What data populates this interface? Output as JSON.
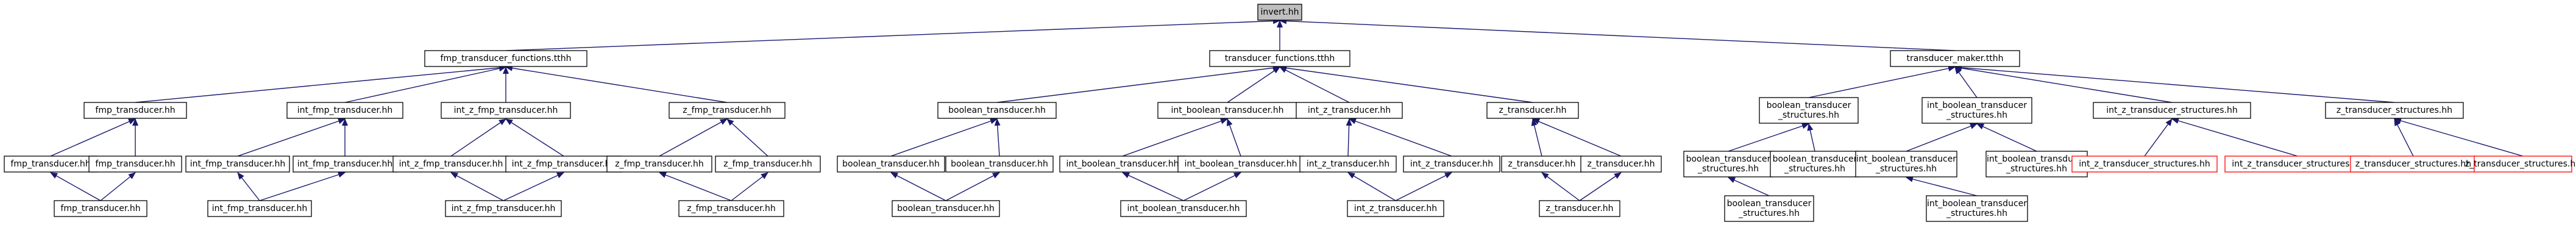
{
  "colors": {
    "root_fill": "#bfbfbf",
    "node_fill": "#ffffff",
    "node_border": "#000000",
    "external_border": "#ff0000",
    "edge": "#191970"
  },
  "nodes": {
    "invert": {
      "label": [
        "invert.hh"
      ],
      "style": "root"
    },
    "fmp_functions": {
      "label": [
        "fmp_transducer_functions.tthh"
      ],
      "style": "normal"
    },
    "transducer_functions": {
      "label": [
        "transducer_functions.tthh"
      ],
      "style": "normal"
    },
    "transducer_maker": {
      "label": [
        "transducer_maker.tthh"
      ],
      "style": "normal"
    },
    "fmp_transducer_hh": {
      "label": [
        "fmp_transducer.hh"
      ],
      "style": "normal"
    },
    "int_fmp_transducer_hh": {
      "label": [
        "int_fmp_transducer.hh"
      ],
      "style": "normal"
    },
    "int_z_fmp_transducer_hh": {
      "label": [
        "int_z_fmp_transducer.hh"
      ],
      "style": "normal"
    },
    "z_fmp_transducer_hh": {
      "label": [
        "z_fmp_transducer.hh"
      ],
      "style": "normal"
    },
    "boolean_transducer_hh": {
      "label": [
        "boolean_transducer.hh"
      ],
      "style": "normal"
    },
    "int_boolean_transducer_hh": {
      "label": [
        "int_boolean_transducer.hh"
      ],
      "style": "normal"
    },
    "int_z_transducer_hh": {
      "label": [
        "int_z_transducer.hh"
      ],
      "style": "normal"
    },
    "z_transducer_hh": {
      "label": [
        "z_transducer.hh"
      ],
      "style": "normal"
    },
    "boolean_structures": {
      "label": [
        "boolean_transducer",
        "_structures.hh"
      ],
      "style": "normal"
    },
    "int_boolean_structures": {
      "label": [
        "int_boolean_transducer",
        "_structures.hh"
      ],
      "style": "normal"
    },
    "int_z_structures": {
      "label": [
        "int_z_transducer_structures.hh"
      ],
      "style": "normal"
    },
    "z_structures": {
      "label": [
        "z_transducer_structures.hh"
      ],
      "style": "normal"
    },
    "fmp_l3a": {
      "label": [
        "fmp_transducer.hh"
      ],
      "style": "normal"
    },
    "fmp_l3b": {
      "label": [
        "fmp_transducer.hh"
      ],
      "style": "normal"
    },
    "int_fmp_l3a": {
      "label": [
        "int_fmp_transducer.hh"
      ],
      "style": "normal"
    },
    "int_fmp_l3b": {
      "label": [
        "int_fmp_transducer.hh"
      ],
      "style": "normal"
    },
    "int_z_fmp_l3a": {
      "label": [
        "int_z_fmp_transducer.hh"
      ],
      "style": "normal"
    },
    "int_z_fmp_l3b": {
      "label": [
        "int_z_fmp_transducer.hh"
      ],
      "style": "normal"
    },
    "z_fmp_l3a": {
      "label": [
        "z_fmp_transducer.hh"
      ],
      "style": "normal"
    },
    "z_fmp_l3b": {
      "label": [
        "z_fmp_transducer.hh"
      ],
      "style": "normal"
    },
    "boolean_l3a": {
      "label": [
        "boolean_transducer.hh"
      ],
      "style": "normal"
    },
    "boolean_l3b": {
      "label": [
        "boolean_transducer.hh"
      ],
      "style": "normal"
    },
    "int_boolean_l3a": {
      "label": [
        "int_boolean_transducer.hh"
      ],
      "style": "normal"
    },
    "int_boolean_l3b": {
      "label": [
        "int_boolean_transducer.hh"
      ],
      "style": "normal"
    },
    "int_z_l3a": {
      "label": [
        "int_z_transducer.hh"
      ],
      "style": "normal"
    },
    "int_z_l3b": {
      "label": [
        "int_z_transducer.hh"
      ],
      "style": "normal"
    },
    "z_l3a": {
      "label": [
        "z_transducer.hh"
      ],
      "style": "normal"
    },
    "z_l3b": {
      "label": [
        "z_transducer.hh"
      ],
      "style": "normal"
    },
    "boolean_struct_l3a": {
      "label": [
        "boolean_transducer",
        "_structures.hh"
      ],
      "style": "normal"
    },
    "boolean_struct_l3b": {
      "label": [
        "boolean_transducer",
        "_structures.hh"
      ],
      "style": "normal"
    },
    "int_boolean_struct_l3a": {
      "label": [
        "int_boolean_transducer",
        "_structures.hh"
      ],
      "style": "normal"
    },
    "int_boolean_struct_l3b": {
      "label": [
        "int_boolean_transducer",
        "_structures.hh"
      ],
      "style": "normal"
    },
    "int_z_struct_ext_a": {
      "label": [
        "int_z_transducer_structures.hh"
      ],
      "style": "external"
    },
    "int_z_struct_ext_b": {
      "label": [
        "int_z_transducer_structures.hh"
      ],
      "style": "external"
    },
    "z_struct_ext_a": {
      "label": [
        "z_transducer_structures.hh"
      ],
      "style": "external"
    },
    "z_struct_ext_b": {
      "label": [
        "z_transducer_structures.hh"
      ],
      "style": "external"
    },
    "fmp_l4": {
      "label": [
        "fmp_transducer.hh"
      ],
      "style": "normal"
    },
    "int_fmp_l4": {
      "label": [
        "int_fmp_transducer.hh"
      ],
      "style": "normal"
    },
    "int_z_fmp_l4": {
      "label": [
        "int_z_fmp_transducer.hh"
      ],
      "style": "normal"
    },
    "z_fmp_l4": {
      "label": [
        "z_fmp_transducer.hh"
      ],
      "style": "normal"
    },
    "boolean_l4": {
      "label": [
        "boolean_transducer.hh"
      ],
      "style": "normal"
    },
    "int_boolean_l4": {
      "label": [
        "int_boolean_transducer.hh"
      ],
      "style": "normal"
    },
    "int_z_l4": {
      "label": [
        "int_z_transducer.hh"
      ],
      "style": "normal"
    },
    "z_l4": {
      "label": [
        "z_transducer.hh"
      ],
      "style": "normal"
    },
    "boolean_struct_l4": {
      "label": [
        "boolean_transducer",
        "_structures.hh"
      ],
      "style": "normal"
    },
    "int_boolean_struct_l4": {
      "label": [
        "int_boolean_transducer",
        "_structures.hh"
      ],
      "style": "normal"
    }
  },
  "edges": [
    [
      "fmp_functions",
      "invert"
    ],
    [
      "transducer_functions",
      "invert"
    ],
    [
      "transducer_maker",
      "invert"
    ],
    [
      "fmp_transducer_hh",
      "fmp_functions"
    ],
    [
      "int_fmp_transducer_hh",
      "fmp_functions"
    ],
    [
      "int_z_fmp_transducer_hh",
      "fmp_functions"
    ],
    [
      "z_fmp_transducer_hh",
      "fmp_functions"
    ],
    [
      "boolean_transducer_hh",
      "transducer_functions"
    ],
    [
      "int_boolean_transducer_hh",
      "transducer_functions"
    ],
    [
      "int_z_transducer_hh",
      "transducer_functions"
    ],
    [
      "z_transducer_hh",
      "transducer_functions"
    ],
    [
      "boolean_structures",
      "transducer_maker"
    ],
    [
      "int_boolean_structures",
      "transducer_maker"
    ],
    [
      "int_z_structures",
      "transducer_maker"
    ],
    [
      "z_structures",
      "transducer_maker"
    ],
    [
      "fmp_l3a",
      "fmp_transducer_hh"
    ],
    [
      "fmp_l3b",
      "fmp_transducer_hh"
    ],
    [
      "int_fmp_l3a",
      "int_fmp_transducer_hh"
    ],
    [
      "int_fmp_l3b",
      "int_fmp_transducer_hh"
    ],
    [
      "int_z_fmp_l3a",
      "int_z_fmp_transducer_hh"
    ],
    [
      "int_z_fmp_l3b",
      "int_z_fmp_transducer_hh"
    ],
    [
      "z_fmp_l3a",
      "z_fmp_transducer_hh"
    ],
    [
      "z_fmp_l3b",
      "z_fmp_transducer_hh"
    ],
    [
      "boolean_l3a",
      "boolean_transducer_hh"
    ],
    [
      "boolean_l3b",
      "boolean_transducer_hh"
    ],
    [
      "int_boolean_l3a",
      "int_boolean_transducer_hh"
    ],
    [
      "int_boolean_l3b",
      "int_boolean_transducer_hh"
    ],
    [
      "int_z_l3a",
      "int_z_transducer_hh"
    ],
    [
      "int_z_l3b",
      "int_z_transducer_hh"
    ],
    [
      "z_l3a",
      "z_transducer_hh"
    ],
    [
      "z_l3b",
      "z_transducer_hh"
    ],
    [
      "boolean_struct_l3a",
      "boolean_structures"
    ],
    [
      "boolean_struct_l3b",
      "boolean_structures"
    ],
    [
      "int_boolean_struct_l3a",
      "int_boolean_structures"
    ],
    [
      "int_boolean_struct_l3b",
      "int_boolean_structures"
    ],
    [
      "int_z_struct_ext_a",
      "int_z_structures"
    ],
    [
      "int_z_struct_ext_b",
      "int_z_structures"
    ],
    [
      "z_struct_ext_a",
      "z_structures"
    ],
    [
      "z_struct_ext_b",
      "z_structures"
    ],
    [
      "fmp_l4",
      "fmp_l3a"
    ],
    [
      "fmp_l4",
      "fmp_l3b"
    ],
    [
      "int_fmp_l4",
      "int_fmp_l3a"
    ],
    [
      "int_fmp_l4",
      "int_fmp_l3b"
    ],
    [
      "int_z_fmp_l4",
      "int_z_fmp_l3a"
    ],
    [
      "int_z_fmp_l4",
      "int_z_fmp_l3b"
    ],
    [
      "z_fmp_l4",
      "z_fmp_l3a"
    ],
    [
      "z_fmp_l4",
      "z_fmp_l3b"
    ],
    [
      "boolean_l4",
      "boolean_l3a"
    ],
    [
      "boolean_l4",
      "boolean_l3b"
    ],
    [
      "int_boolean_l4",
      "int_boolean_l3a"
    ],
    [
      "int_boolean_l4",
      "int_boolean_l3b"
    ],
    [
      "int_z_l4",
      "int_z_l3a"
    ],
    [
      "int_z_l4",
      "int_z_l3b"
    ],
    [
      "z_l4",
      "z_l3a"
    ],
    [
      "z_l4",
      "z_l3b"
    ],
    [
      "boolean_struct_l4",
      "boolean_struct_l3a"
    ],
    [
      "int_boolean_struct_l4",
      "int_boolean_struct_l3a"
    ]
  ]
}
